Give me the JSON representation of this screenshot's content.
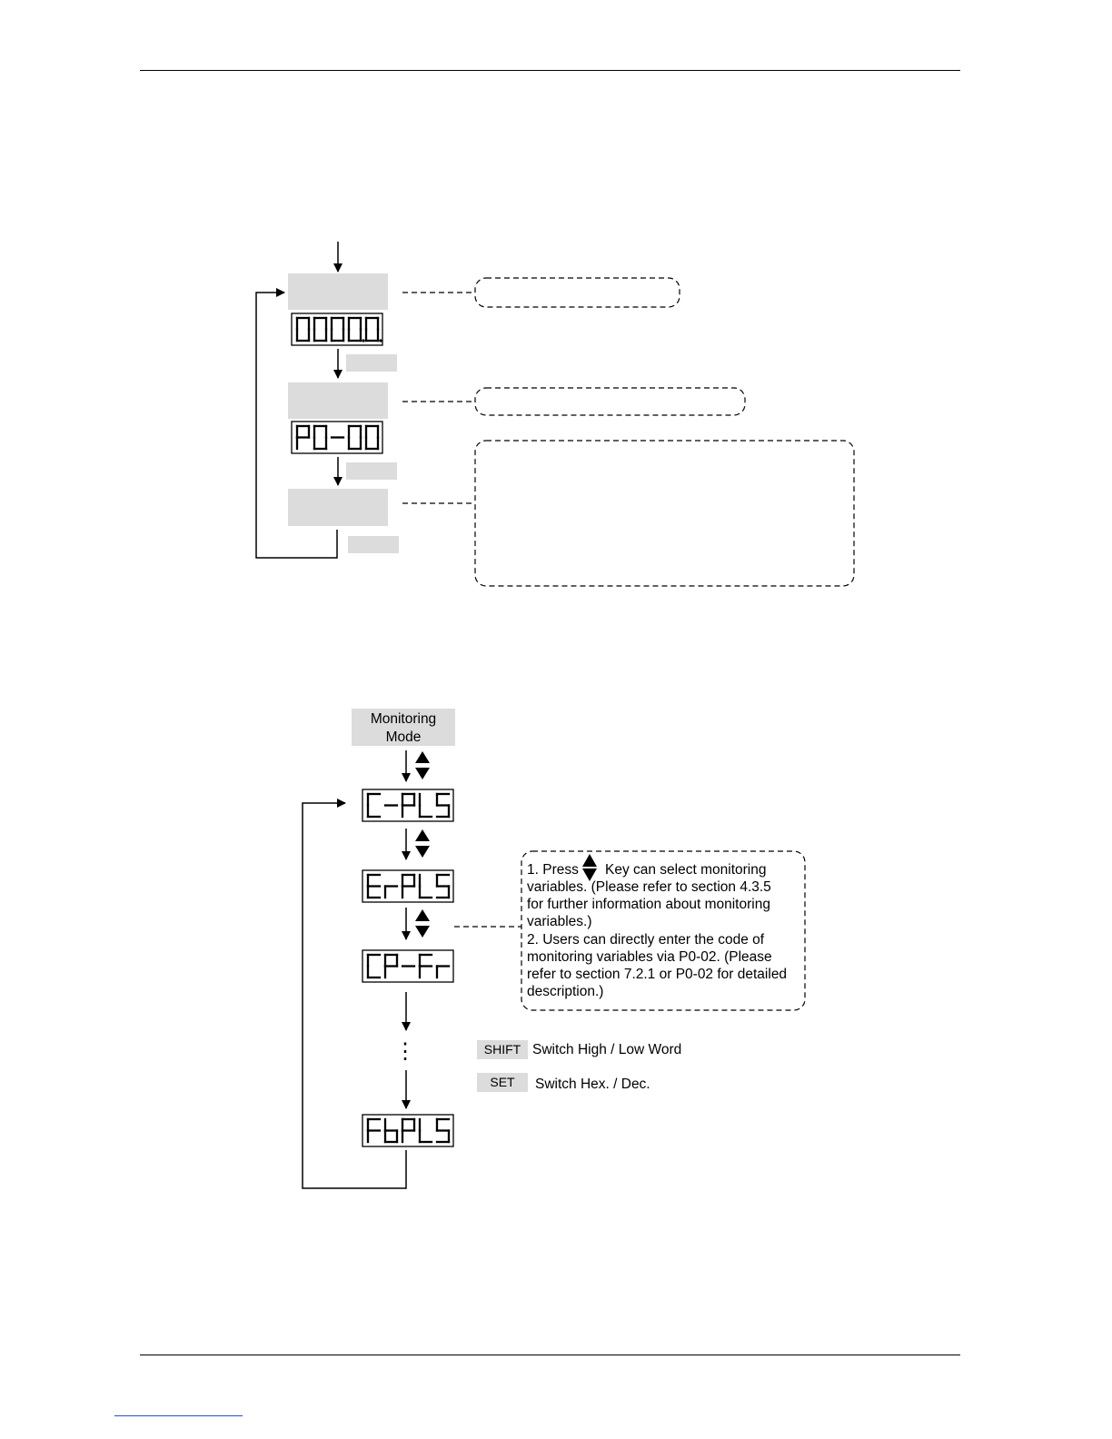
{
  "diagram1": {
    "displays": [
      "0000.0.",
      "P0-00"
    ]
  },
  "diagram2": {
    "mode_label_line1": "Monitoring",
    "mode_label_line2": "Mode",
    "displays": [
      "C-PLS",
      "ErPLS",
      "CP-Fr",
      "FbPLS"
    ],
    "note_lines": [
      "1. Press",
      "Key can select monitoring",
      "variables. (Please refer to section 4.3.5",
      "for further information about monitoring",
      "variables.)",
      "2. Users can directly enter the code of",
      "monitoring variables via P0-02. (Please",
      "refer to section 7.2.1 or P0-02 for detailed",
      "description.)"
    ],
    "ellipsis": "⋮",
    "shift_key": "SHIFT",
    "shift_desc": "Switch High / Low Word",
    "set_key": "SET",
    "set_desc": "Switch Hex. / Dec."
  }
}
